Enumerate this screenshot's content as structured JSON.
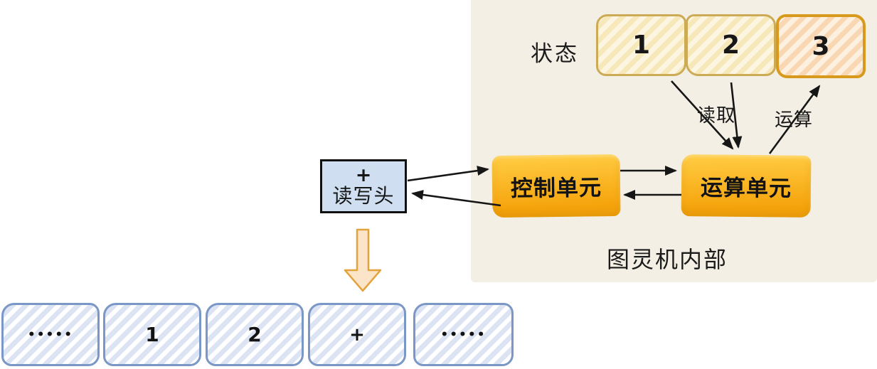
{
  "diagram": {
    "panel_title": "图灵机内部"
  },
  "states": {
    "label": "状态",
    "items": [
      "1",
      "2",
      "3"
    ],
    "active_index": 2
  },
  "units": {
    "control_label": "控制单元",
    "alu_label": "运算单元"
  },
  "edge_labels": {
    "read": "读取",
    "compute": "运算"
  },
  "head": {
    "symbol": "+",
    "label": "读写头"
  },
  "tape": {
    "cells": [
      "•••••",
      "1",
      "2",
      "+",
      "•••••"
    ]
  },
  "colors": {
    "panel_bg": "#f3efe4",
    "state_border": "#cdab56",
    "state_active_border": "#d79a1d",
    "unit_orange": "#f5a40c",
    "unit_orange_light": "#ffc93f",
    "head_blue": "#cfdff1",
    "tape_border": "#7b97c5",
    "tape_stripe": "#dce4f4",
    "big_arrow_fill": "#fbe4c8",
    "big_arrow_stroke": "#e2a33c",
    "arrow_black": "#161616"
  }
}
